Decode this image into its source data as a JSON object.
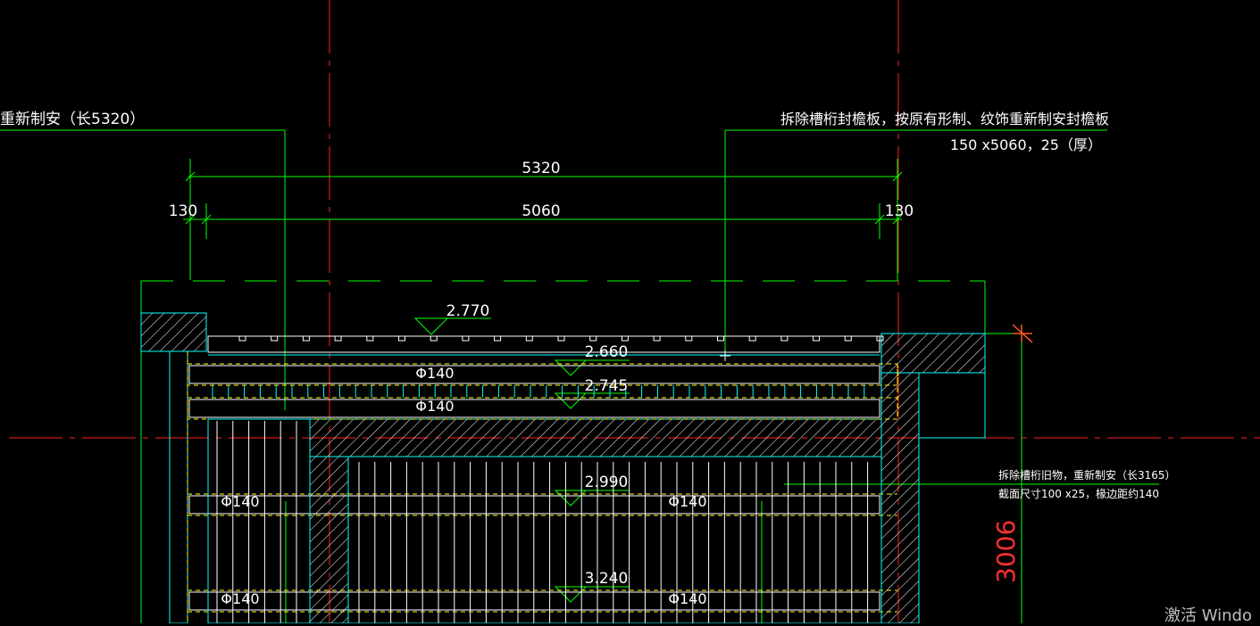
{
  "annotations": {
    "left_note": "重新制安（长5320）",
    "top_note_1": "拆除槽桁封檐板，按原有形制、纹饰重新制安封檐板",
    "top_note_2": "150 x5060，25（厚）",
    "right_note_1": "拆除槽桁旧物，重新制安（长3165）",
    "right_note_2": "截面尺寸100 x25，椽边距约140"
  },
  "dimensions": {
    "overall": "5320",
    "inner": "5060",
    "left_offset": "130",
    "right_offset": "130",
    "vertical": "3006"
  },
  "elevations": [
    "2.770",
    "2.660",
    "2.745",
    "2.990",
    "3.240"
  ],
  "pipes": {
    "row1": "Φ140",
    "row2": "Φ140",
    "row3_left": "Φ140",
    "row3_right": "Φ140",
    "row4_left": "Φ140",
    "row4_right": "Φ140"
  },
  "colors": {
    "background": "#000000",
    "green": "#00ff00",
    "red": "#ff2020",
    "cyan": "#00ffff",
    "white": "#ffffff",
    "yellow": "#ffff00"
  },
  "watermark": "激活 Windo"
}
